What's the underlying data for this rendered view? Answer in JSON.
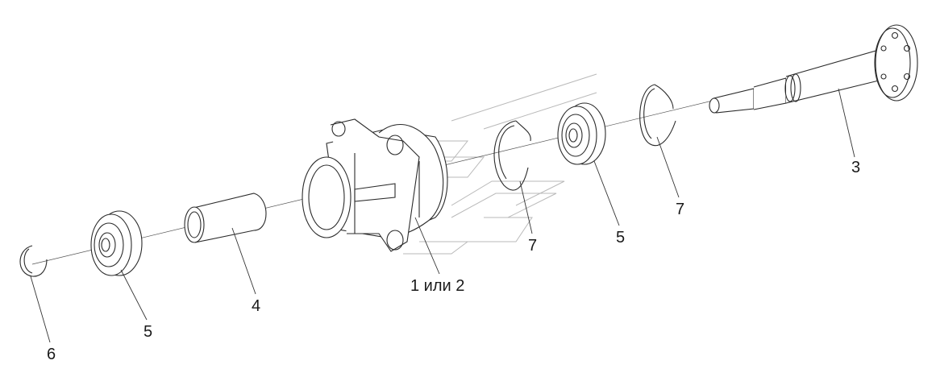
{
  "labels": {
    "housing": "1 или 2",
    "shaft": "3",
    "sleeve": "4",
    "bearing_left": "5",
    "bearing_right": "5",
    "ring_left": "6",
    "ring_middle": "7",
    "ring_right": "7"
  }
}
